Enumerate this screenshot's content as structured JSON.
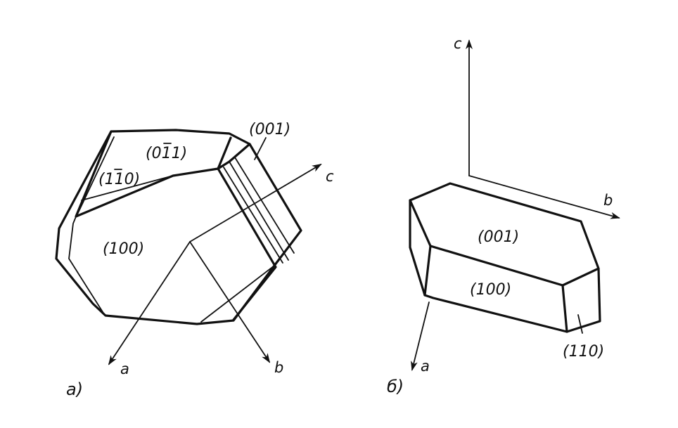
{
  "diagram": {
    "panel_a": {
      "label": "а)",
      "axis_labels": {
        "a": "a",
        "b": "b",
        "c": "c"
      },
      "faces": {
        "f001": "(001)",
        "f0_1_1": "(0",
        "f0_1_1_bar": "1",
        "f0_1_1_end": "1)",
        "f1_10_start": "(1",
        "f1_10_bar": "1",
        "f1_10_end": "0)",
        "f100": "(100)"
      }
    },
    "panel_b": {
      "label": "б)",
      "axis_labels": {
        "a": "a",
        "b": "b",
        "c": "c"
      },
      "faces": {
        "f001": "(001)",
        "f100": "(100)",
        "f110": "(110)"
      }
    },
    "colors": {
      "ink": "#111111",
      "paper": "#ffffff"
    }
  }
}
